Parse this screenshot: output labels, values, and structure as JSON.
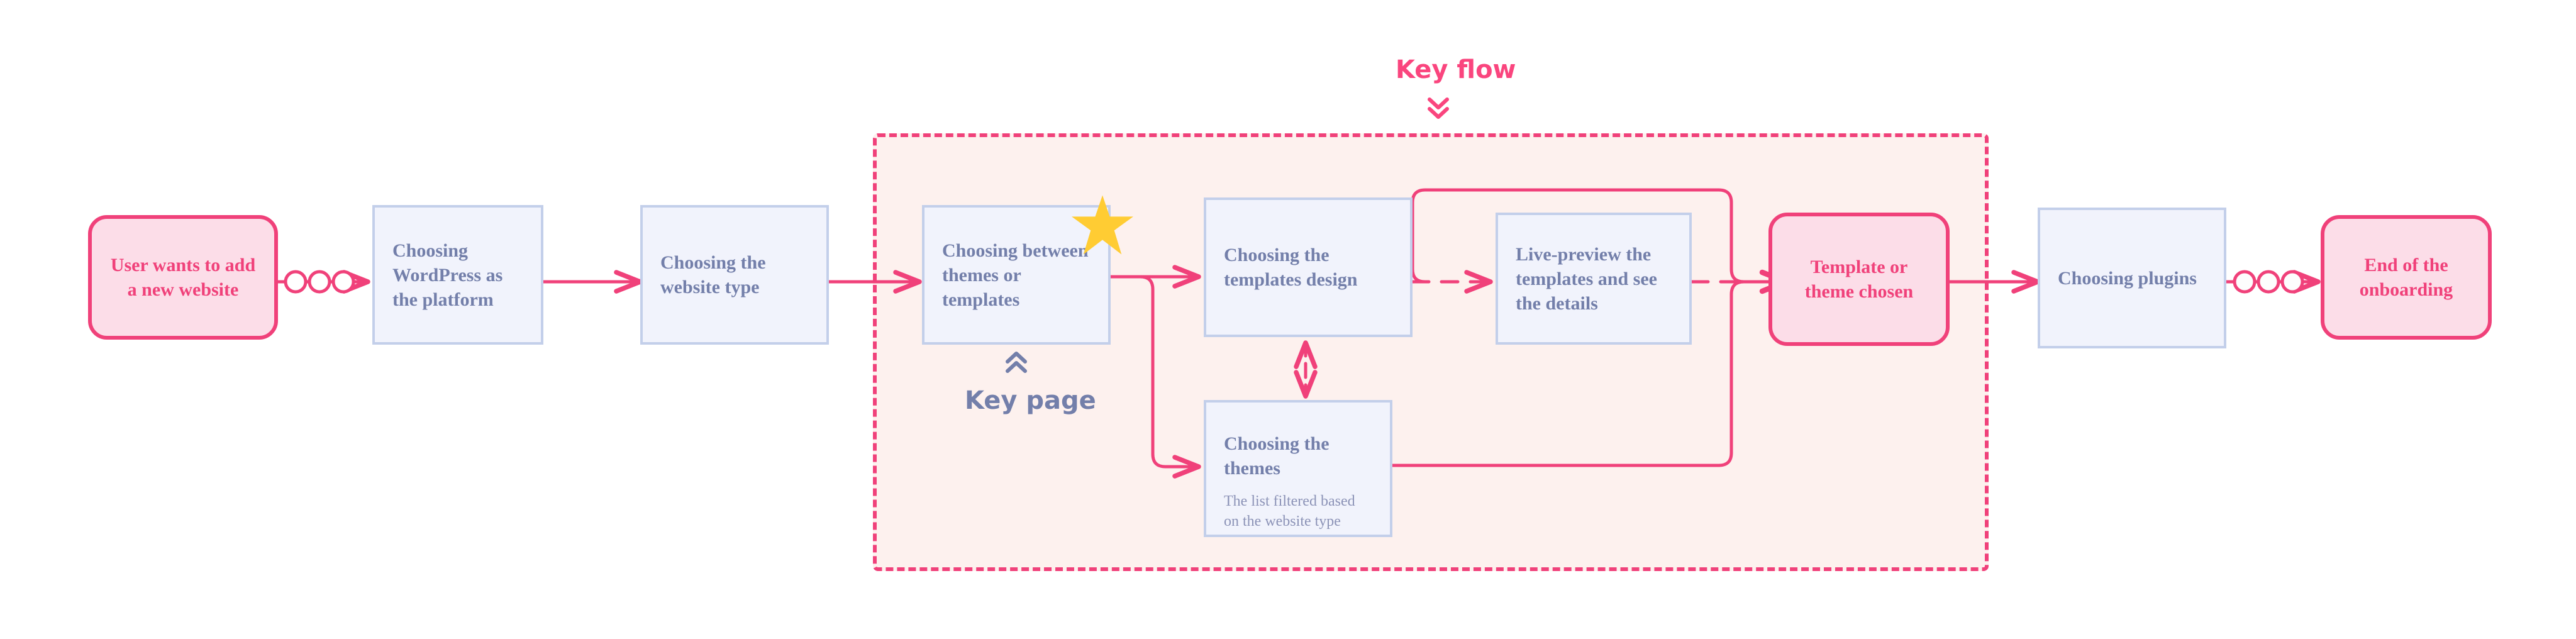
{
  "diagram": {
    "title_visible": false,
    "colors": {
      "pink_accent": "#F0417A",
      "pink_label": "#FA457E",
      "pink_node_fill": "#FCDDE8",
      "blue_node_fill": "#F1F3FC",
      "blue_node_border": "#C3CFEA",
      "blue_text": "#737FAA",
      "blue_subtext": "#8C93B7",
      "highlight_zone_fill": "#FDF1EE",
      "star_gold": "#FFCC33",
      "canvas": "#FFFFFF"
    },
    "annotations": {
      "key_flow_label": "Key flow",
      "key_flow_icon": "double-chevron-down-icon",
      "key_page_label": "Key page",
      "key_page_icon": "double-chevron-up-icon",
      "star_icon": "star-icon"
    },
    "nodes": [
      {
        "id": "start",
        "label": "User wants to add a new website",
        "sub": "",
        "kind": "terminal"
      },
      {
        "id": "wordpress",
        "label": "Choosing WordPress as the platform",
        "sub": "",
        "kind": "step"
      },
      {
        "id": "website-type",
        "label": "Choosing the website type",
        "sub": "",
        "kind": "step"
      },
      {
        "id": "themes-or-templates",
        "label": "Choosing between themes or templates",
        "sub": "",
        "kind": "step"
      },
      {
        "id": "templates-design",
        "label": "Choosing the templates design",
        "sub": "",
        "kind": "step"
      },
      {
        "id": "live-preview",
        "label": "Live-preview the templates and see the details",
        "sub": "",
        "kind": "step"
      },
      {
        "id": "themes",
        "label": "Choosing the themes",
        "sub": "The list filtered based on the website type",
        "kind": "step"
      },
      {
        "id": "chosen",
        "label": "Template or theme chosen",
        "sub": "",
        "kind": "terminal"
      },
      {
        "id": "plugins",
        "label": "Choosing plugins",
        "sub": "",
        "kind": "step"
      },
      {
        "id": "end",
        "label": "End of the onboarding",
        "sub": "",
        "kind": "terminal"
      }
    ]
  }
}
